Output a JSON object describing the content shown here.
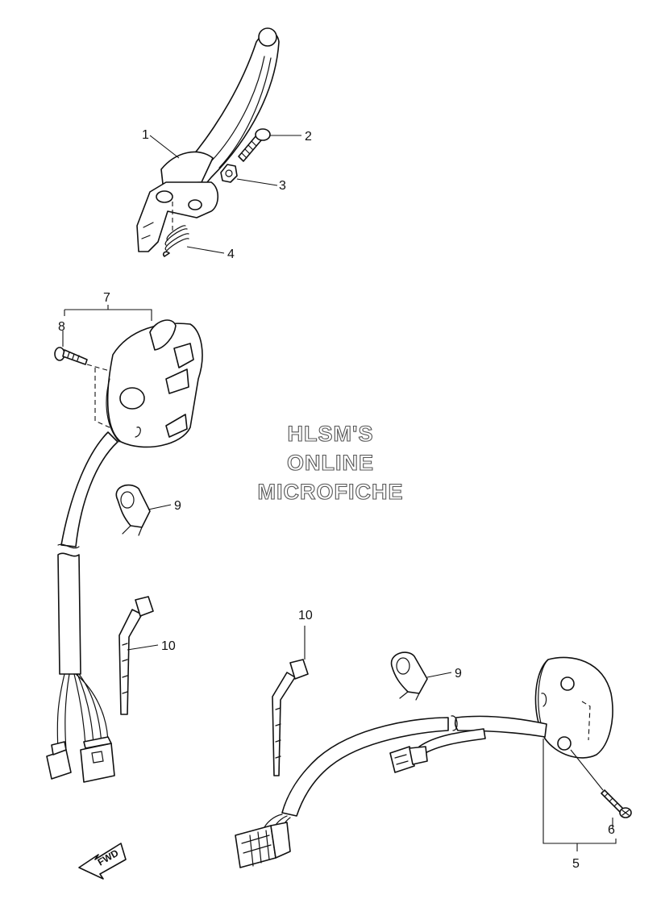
{
  "callouts": {
    "c1": "1",
    "c2": "2",
    "c3": "3",
    "c4": "4",
    "c5": "5",
    "c6": "6",
    "c7": "7",
    "c8": "8",
    "c9a": "9",
    "c9b": "9",
    "c10a": "10",
    "c10b": "10"
  },
  "watermark": {
    "line1": "HLSM'S",
    "line2": "ONLINE",
    "line3": "MICROFICHE"
  },
  "fwd_arrow": {
    "label": "FWD"
  },
  "icons": {
    "forward": "forward-arrow-icon"
  }
}
